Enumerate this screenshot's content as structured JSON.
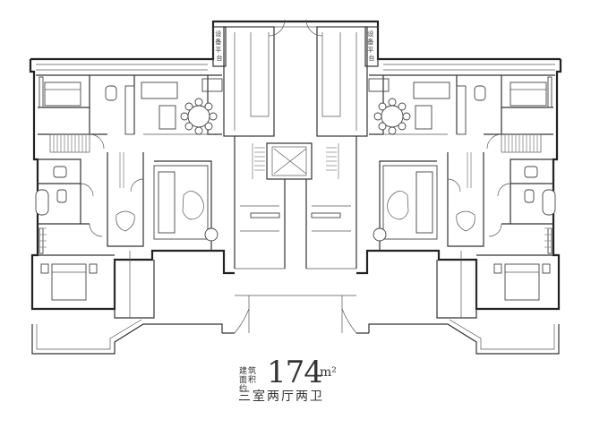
{
  "plan": {
    "equipment_platform_label_left": "设备平台",
    "equipment_platform_label_right": "设备平台",
    "area_label": "建筑面积约",
    "area_value": "174",
    "area_unit": "m²",
    "layout_label": "三室两厅两卫"
  }
}
